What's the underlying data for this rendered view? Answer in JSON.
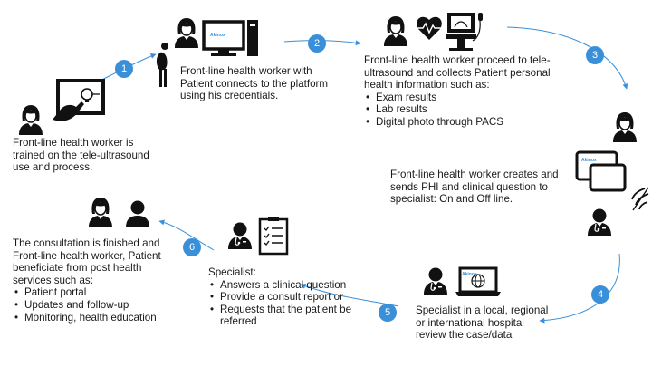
{
  "accent_color": "#3a8fd9",
  "icon_color": "#111111",
  "steps": [
    {
      "number": "1",
      "text": "Front-line health worker is trained on the tele-ultrasound use and process.",
      "bullets": []
    },
    {
      "number": "2",
      "text": "Front-line health worker with Patient connects to the platform using his credentials.",
      "bullets": []
    },
    {
      "number": "3",
      "text": "Front-line health worker proceed to tele-ultrasound and collects Patient personal health information such as:",
      "bullets": [
        "Exam results",
        "Lab results",
        "Digital photo through PACS"
      ]
    },
    {
      "number": "",
      "text": "Front-line health worker creates and sends PHI and clinical question to specialist: On and Off line.",
      "bullets": []
    },
    {
      "number": "4",
      "text": "",
      "bullets": []
    },
    {
      "number": "5",
      "text": "Specialist in a local, regional or international hospital review the case/data",
      "bullets": []
    },
    {
      "number": "6",
      "text": "",
      "bullets": []
    },
    {
      "number": "",
      "text": "Specialist:",
      "bullets": [
        "Answers a clinical question",
        "Provide a consult report or",
        "Requests that the patient be referred"
      ]
    },
    {
      "number": "",
      "text": "The consultation is finished and Front-line health worker, Patient beneficiate from post health services such as:",
      "bullets": [
        "Patient portal",
        "Updates and follow-up",
        "Monitoring, health education"
      ]
    }
  ],
  "brand_labels": {
    "monitor": "Akinox",
    "tablet": "Akinox",
    "laptop": "Akinox"
  },
  "icons": [
    "health-worker-icon",
    "whiteboard-training-icon",
    "pregnant-woman-icon",
    "desktop-computer-icon",
    "heartbeat-icon",
    "ultrasound-machine-icon",
    "tablet-icon",
    "wifi-icon",
    "doctor-icon",
    "checklist-icon",
    "laptop-globe-icon",
    "patient-icon"
  ]
}
